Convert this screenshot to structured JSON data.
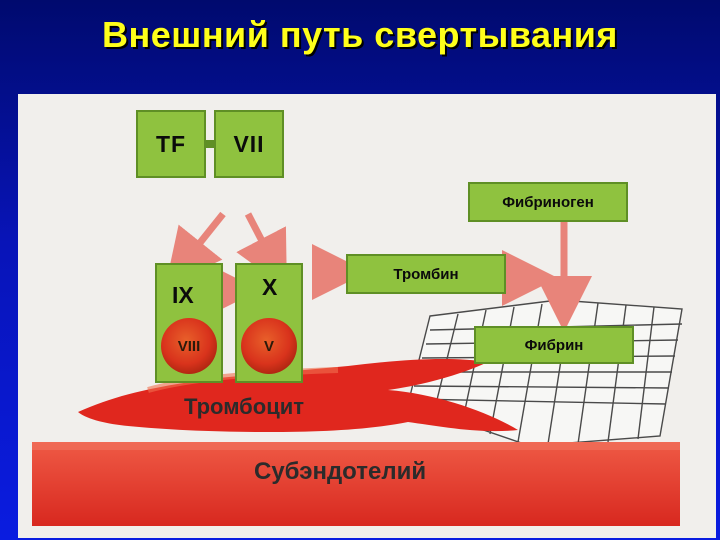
{
  "title": "Внешний путь свертывания",
  "factors": {
    "tf": "TF",
    "vii": "VII",
    "ix": "IX",
    "x": "X",
    "viii": "VIII",
    "v": "V"
  },
  "proteins": {
    "fibrinogen": "Фибриноген",
    "thrombin": "Тромбин",
    "fibrin": "Фибрин"
  },
  "cells": {
    "platelet": "Тромбоцит",
    "subendothelium": "Субэндотелий"
  },
  "colors": {
    "background": "#0a1ce0",
    "title": "#ffff1a",
    "factor_box": "#8fc23f",
    "arrow": "#e8847a",
    "platelet": "#e0271e",
    "subendothelium": "#e4332a"
  }
}
